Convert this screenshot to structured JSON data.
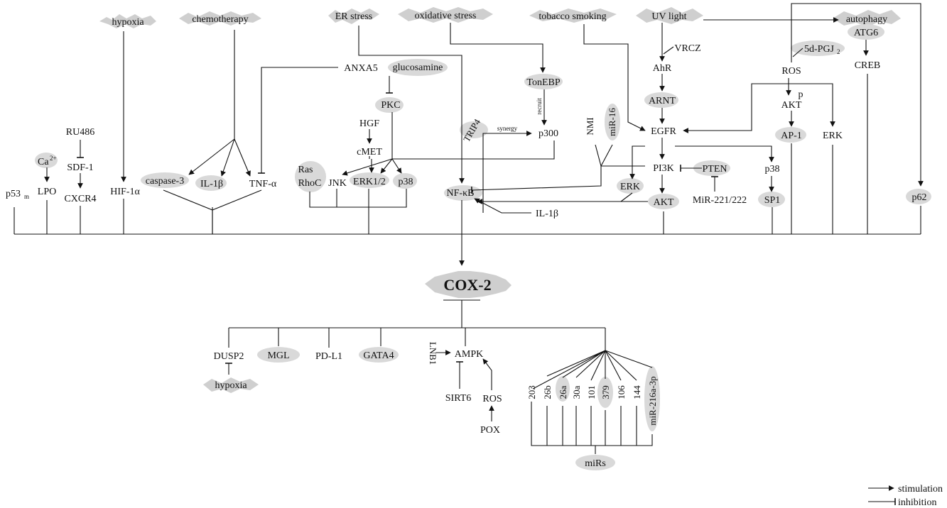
{
  "stressors": {
    "hypoxia": "hypoxia",
    "chemotherapy": "chemotherapy",
    "er_stress": "ER stress",
    "oxidative_stress": "oxidative stress",
    "tobacco_smoking": "tobacco smoking",
    "uv_light": "UV light",
    "autophagy": "autophagy",
    "hypoxia_bottom": "hypoxia"
  },
  "nodes": {
    "anxa5": "ANXA5",
    "glucosamine": "glucosamine",
    "pkc": "PKC",
    "hgf": "HGF",
    "cmet": "cMET",
    "ras": "Ras",
    "rhoc": "RhoC",
    "jnk": "JNK",
    "erk12": "ERK1/2",
    "p38_left": "p38",
    "ru486": "RU486",
    "sdf1": "SDF-1",
    "cxcr4": "CXCR4",
    "ca": "Ca",
    "ca_sup": "2+",
    "lpo": "LPO",
    "p53": "p53",
    "p53_sub": "m",
    "hif1a": "HIF-1α",
    "caspase3": "caspase-3",
    "il1b_left": "IL-1β",
    "tnfa": "TNF-α",
    "tonebp": "TonEBP",
    "recruit": "recruit",
    "p300": "p300",
    "trip4": "TRIP4",
    "synergy": "synergy",
    "nfkb": "NF-κB",
    "il1b_mid": "IL-1β",
    "nmi": "NMI",
    "mir16": "miR-16",
    "vrcz": "VRCZ",
    "ahr": "AhR",
    "arnt": "ARNT",
    "egfr": "EGFR",
    "pi3k": "PI3K",
    "pten": "PTEN",
    "mir221": "MiR-221/222",
    "erk_mid": "ERK",
    "akt_mid": "AKT",
    "p38_right": "p38",
    "sp1": "SP1",
    "pgj2": "5d-PGJ",
    "pgj2_sub": "2",
    "ros_top": "ROS",
    "p_label": "p",
    "akt_right": "AKT",
    "ap1": "AP-1",
    "erk_right": "ERK",
    "atg6": "ATG6",
    "creb": "CREB",
    "p62": "p62",
    "cox2": "COX-2",
    "dusp2": "DUSP2",
    "mgl": "MGL",
    "pdl1": "PD-L1",
    "gata4": "GATA4",
    "lnb1": "LNB1",
    "ampk": "AMPK",
    "sirt6": "SIRT6",
    "ros_bottom": "ROS",
    "pox": "POX",
    "mirs": "miRs"
  },
  "mirna_list": [
    "203",
    "26b",
    "26a",
    "30a",
    "101",
    "379",
    "106",
    "144",
    "miR-216a-3p"
  ],
  "legend": {
    "stimulation": "stimulation",
    "inhibition": "inhibition"
  }
}
